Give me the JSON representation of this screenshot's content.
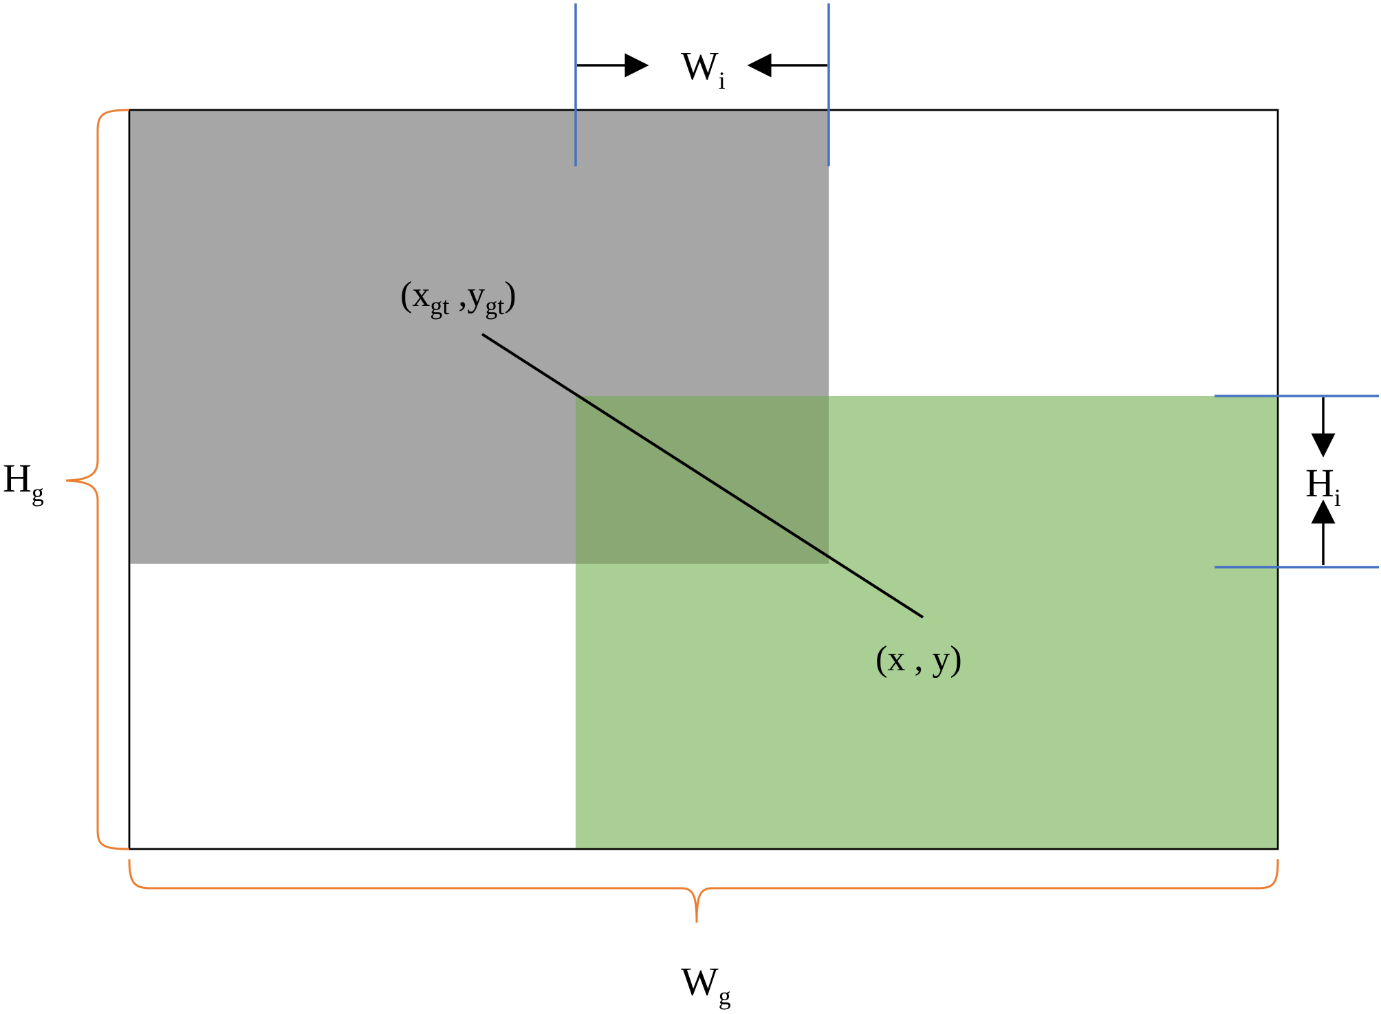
{
  "labels": {
    "wi": {
      "main": "W",
      "sub": "i"
    },
    "hi": {
      "main": "H",
      "sub": "i"
    },
    "hg": {
      "main": "H",
      "sub": "g"
    },
    "wg": {
      "main": "W",
      "sub": "g"
    },
    "gt_point": {
      "open": "(x",
      "sub_x": "gt",
      "mid": " ,y",
      "sub_y": "gt",
      "close": ")"
    },
    "pred_point": {
      "text": "(x , y)"
    }
  },
  "colors": {
    "ground_truth_box": "#a6a6a6",
    "predicted_box": "#a9cf94",
    "overlap": "#89a874",
    "outline": "#000000",
    "dimension_marker": "#4472c4",
    "brace": "#ed7d31"
  }
}
